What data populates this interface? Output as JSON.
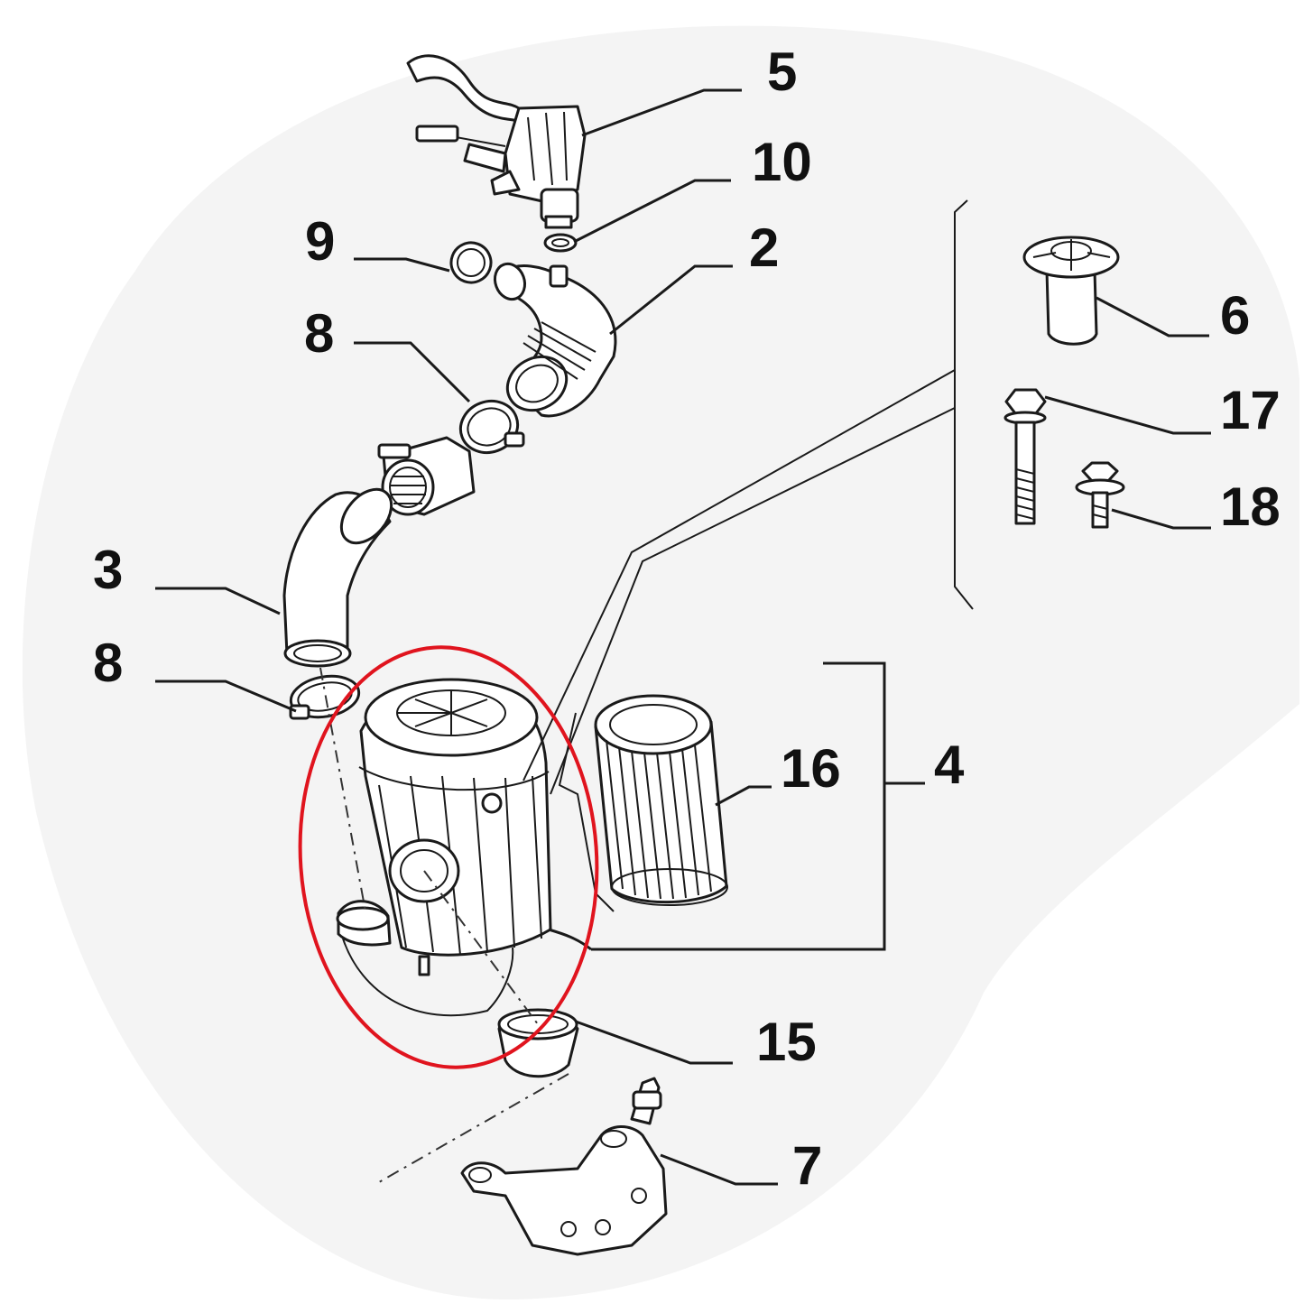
{
  "callouts": {
    "c5": "5",
    "c10": "10",
    "c9": "9",
    "c2": "2",
    "c8a": "8",
    "c6": "6",
    "c17": "17",
    "c18": "18",
    "c3": "3",
    "c8b": "8",
    "c16": "16",
    "c4": "4",
    "c15": "15",
    "c7": "7"
  },
  "colors": {
    "highlight": "#e0141e",
    "line": "#1a1a1a",
    "background_tint": "#f4f4f4"
  }
}
